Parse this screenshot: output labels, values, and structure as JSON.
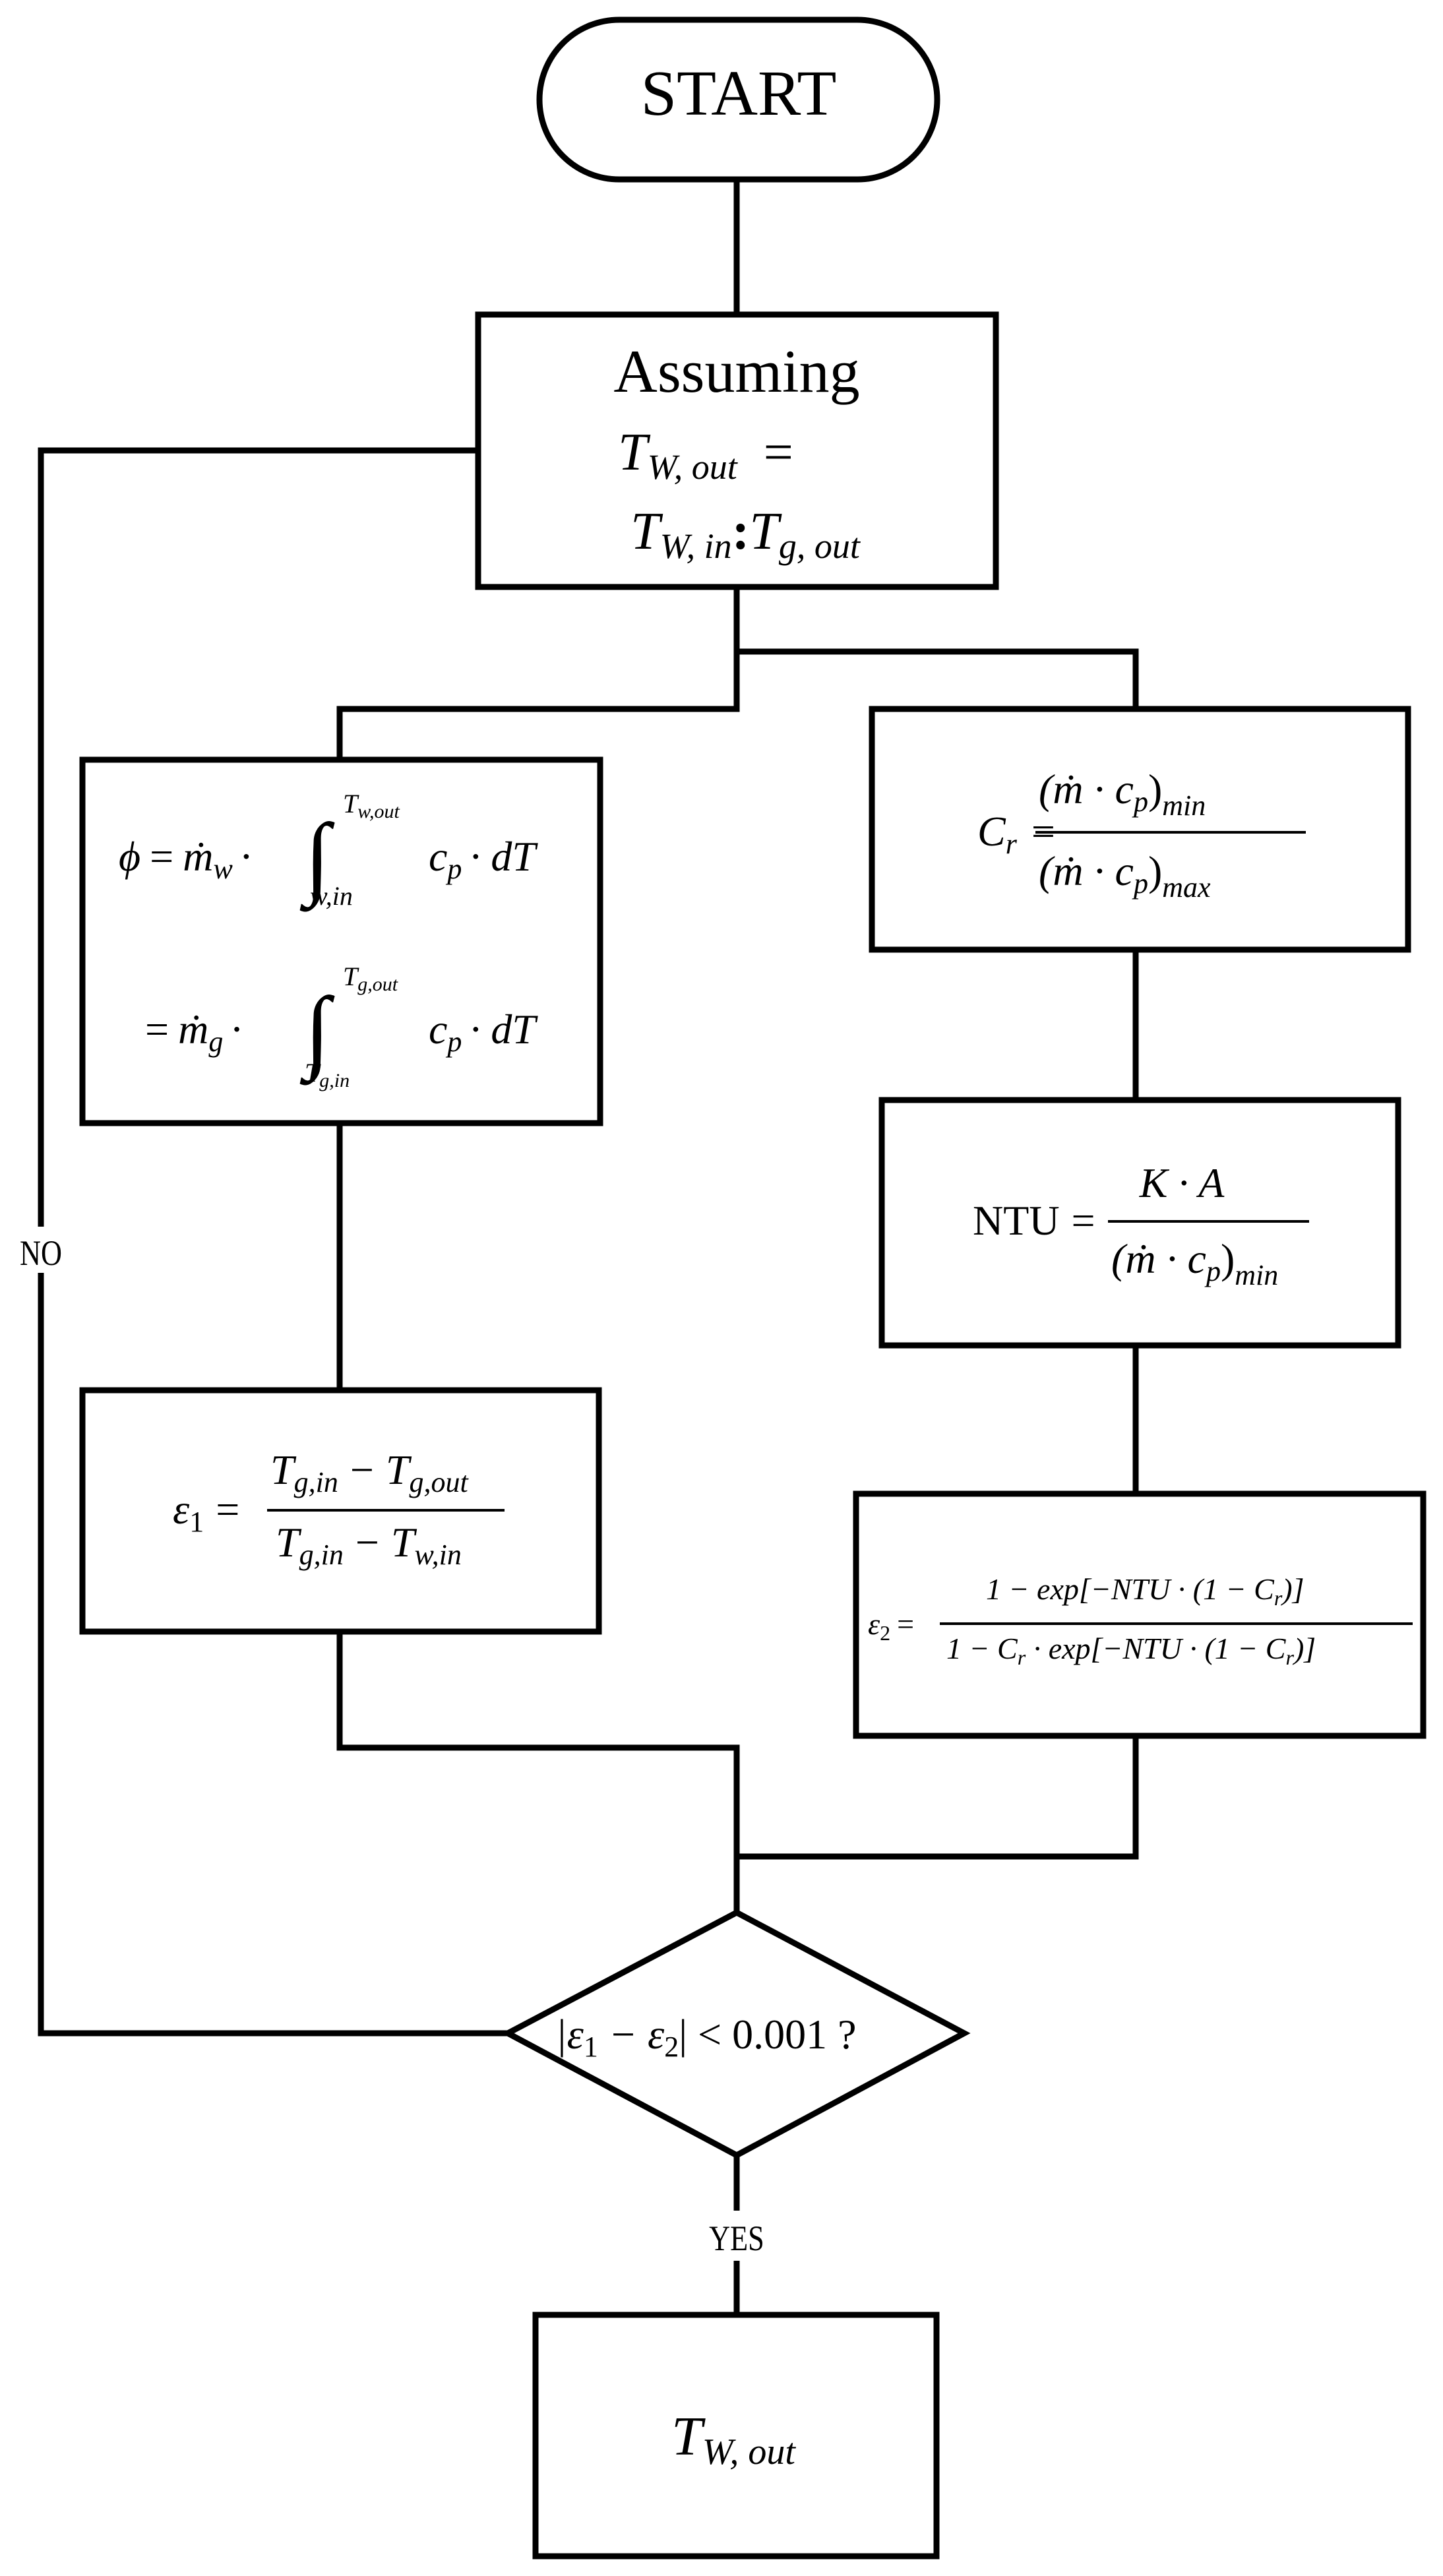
{
  "nodes": {
    "start": {
      "label": "START"
    },
    "assume": {
      "title": "Assuming",
      "line1": {
        "T": "T",
        "sub": "W, out",
        "eq": "="
      },
      "line2": {
        "T1": "T",
        "sub1": "W, in",
        "sep": ":",
        "T2": "T",
        "sub2": "g, out"
      }
    },
    "phi": {
      "line1": {
        "phi": "ϕ",
        "eq": "=",
        "m": "ṁ",
        "msub": "w",
        "dot": "·",
        "int": "∫",
        "upper": "T",
        "upper_sub": "w,out",
        "lower": "w,in",
        "c": "c",
        "csub": "p",
        "dT": "· dT"
      },
      "line2": {
        "eq": "=",
        "m": "ṁ",
        "msub": "g",
        "dot": "·",
        "int": "∫",
        "upper": "T",
        "upper_sub": "g,out",
        "lower": "T",
        "lower_sub": "g,in",
        "c": "c",
        "csub": "p",
        "dT": "· dT"
      }
    },
    "cr": {
      "lhs": "C",
      "lhs_sub": "r",
      "eq": "=",
      "num": "(ṁ · c",
      "num_sub": "p",
      "num_close": ")",
      "num_outer_sub": "min",
      "den": "(ṁ · c",
      "den_sub": "p",
      "den_close": ")",
      "den_outer_sub": "max"
    },
    "ntu": {
      "lhs": "NTU",
      "eq": "=",
      "num": "K · A",
      "den": "(ṁ · c",
      "den_sub": "p",
      "den_close": ")",
      "den_outer_sub": "min"
    },
    "e1": {
      "lhs": "ε",
      "lhs_sub": "1",
      "eq": "=",
      "num_a": "T",
      "num_a_sub": "g,in",
      "num_op": "−",
      "num_b": "T",
      "num_b_sub": "g,out",
      "den_a": "T",
      "den_a_sub": "g,in",
      "den_op": "−",
      "den_b": "T",
      "den_b_sub": "w,in"
    },
    "e2": {
      "lhs": "ε",
      "lhs_sub": "2",
      "eq": "=",
      "num_pre": "1 − exp[−NTU · (1 − C",
      "num_sub": "r",
      "num_post": ")]",
      "den_pre": "1 − C",
      "den_sub1": "r",
      "den_mid": " · exp[−NTU · (1 − C",
      "den_sub2": "r",
      "den_post": ")]"
    },
    "decision": {
      "bar_open": "|ε",
      "sub1": "1",
      "minus": " − ε",
      "sub2": "2",
      "rest": "| < 0.001  ?"
    },
    "end": {
      "T": "T",
      "sub": "W, out"
    }
  },
  "edges": {
    "no_label": "NO",
    "yes_label": "YES"
  },
  "colors": {
    "stroke": "#000000",
    "background": "#ffffff"
  }
}
